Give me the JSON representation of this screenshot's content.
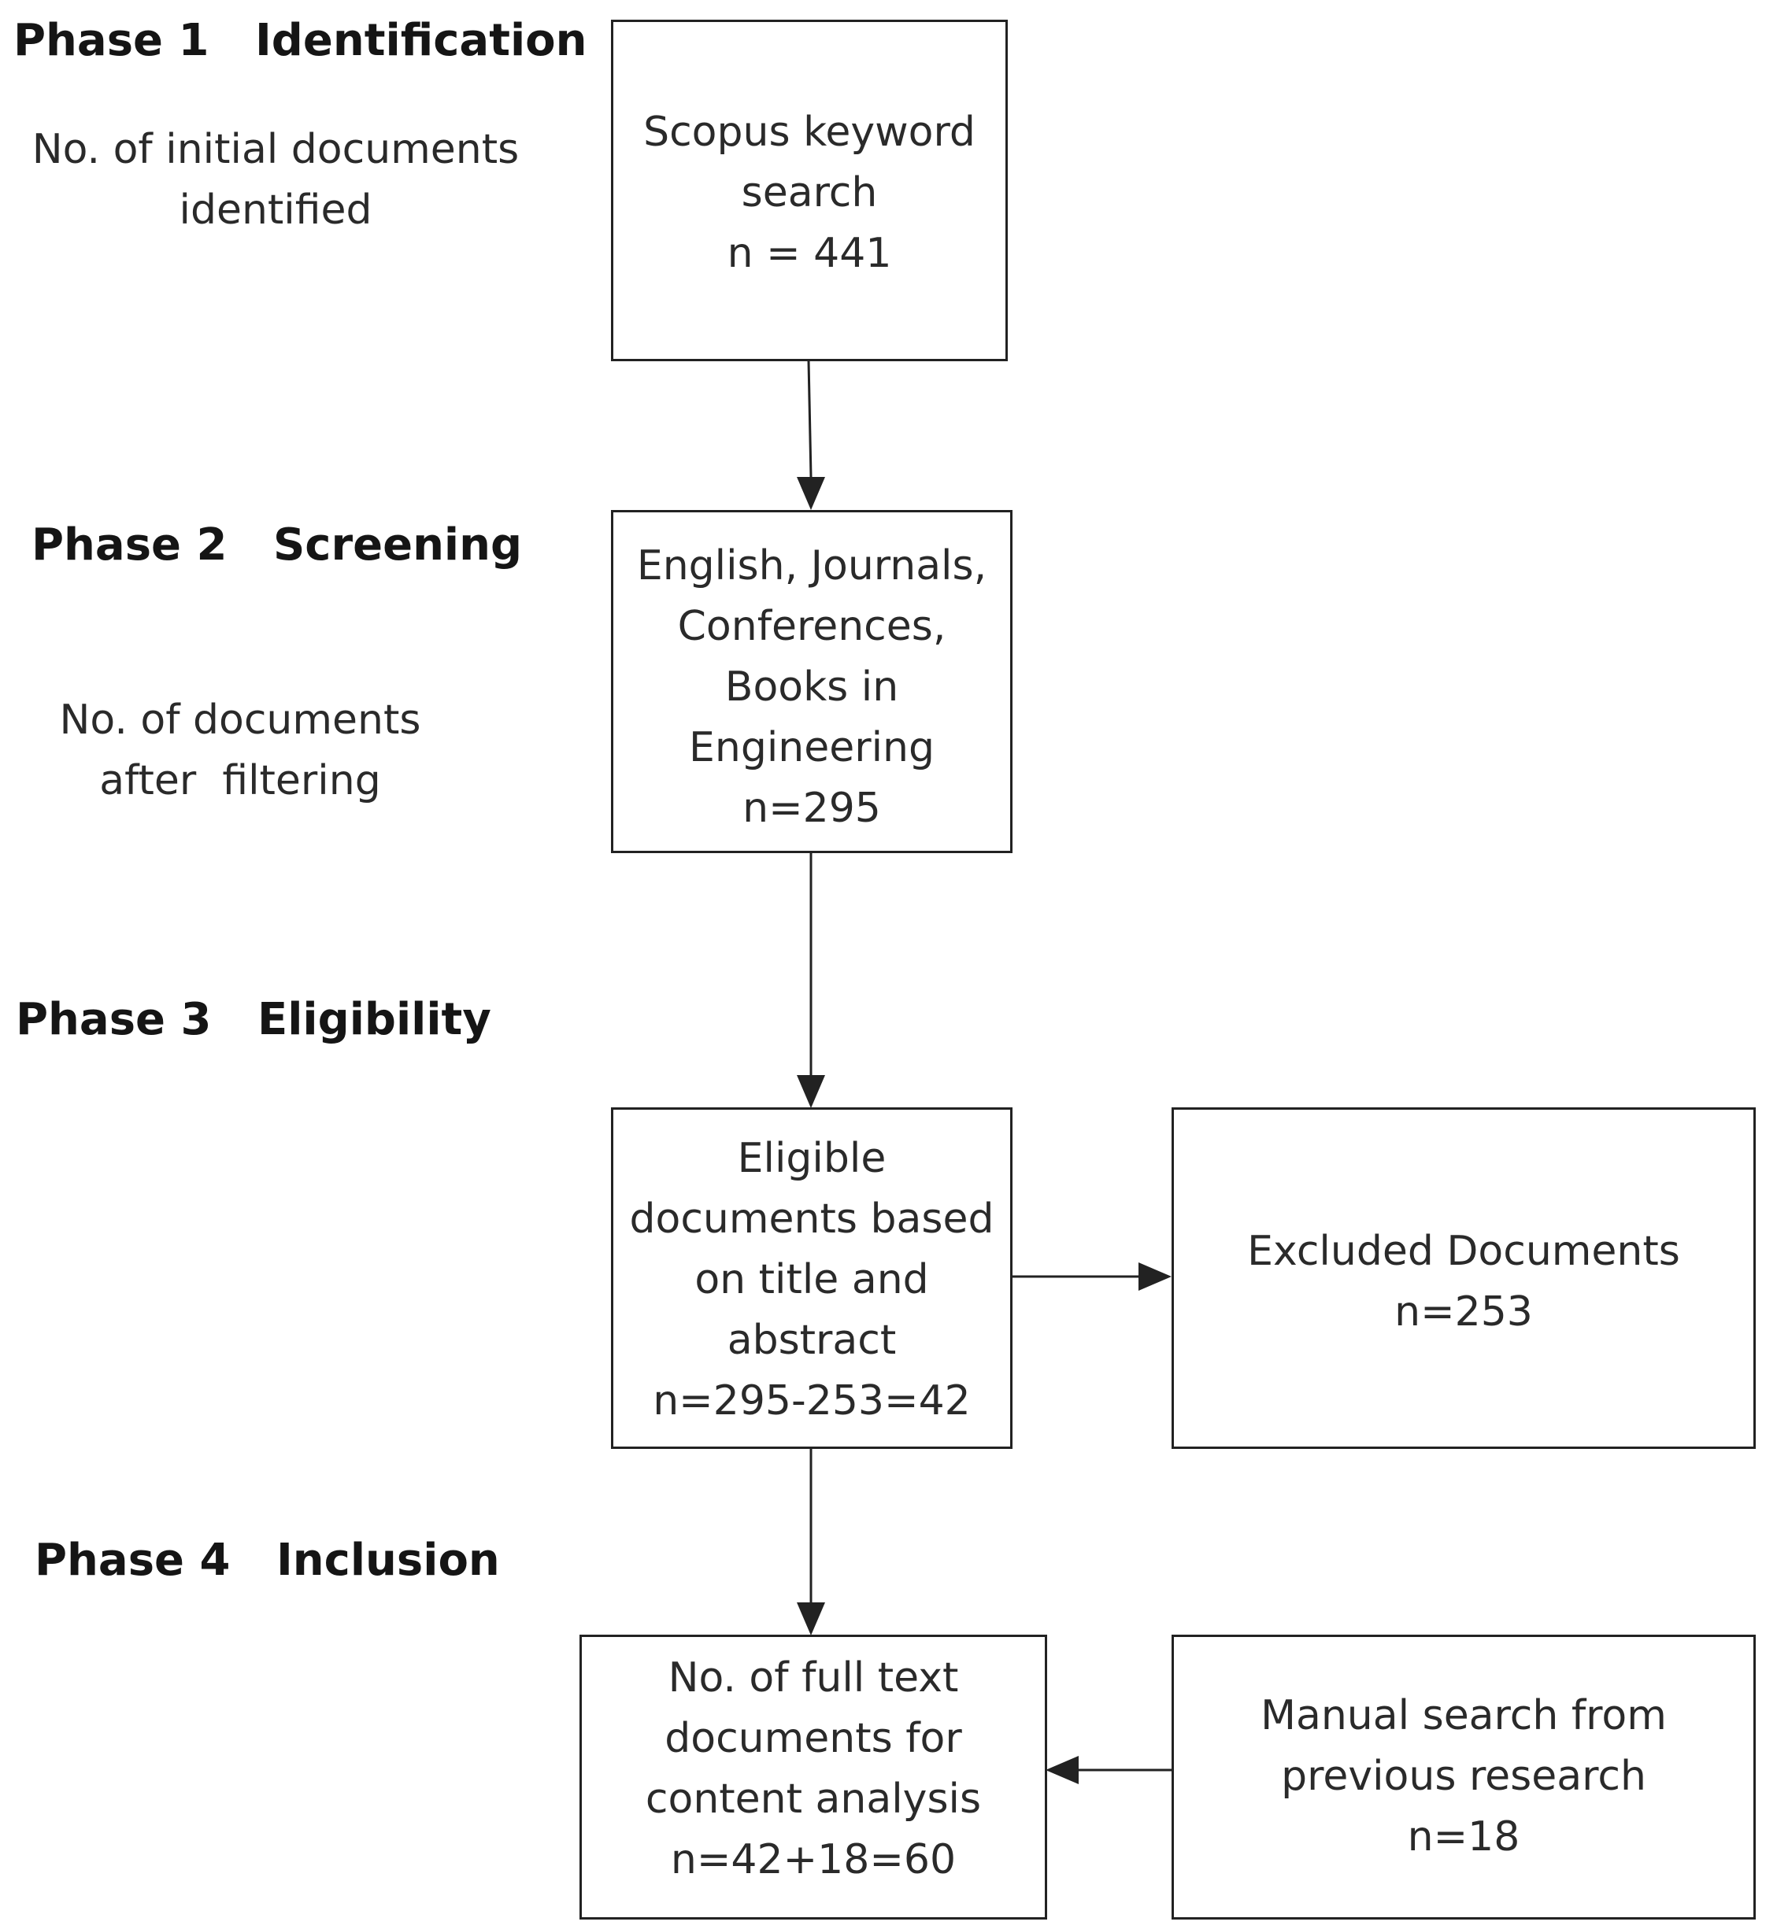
{
  "phases": [
    {
      "title": "Phase 1   Identification",
      "description": [
        "No. of initial documents",
        "identified"
      ]
    },
    {
      "title": "Phase 2   Screening",
      "description": [
        "No. of documents",
        "after  filtering"
      ]
    },
    {
      "title": "Phase 3   Eligibility",
      "description": []
    },
    {
      "title": "Phase 4   Inclusion",
      "description": []
    }
  ],
  "boxes": {
    "scopus": [
      "Scopus keyword",
      "search",
      "n = 441"
    ],
    "filter": [
      "English, Journals,",
      "Conferences,",
      "Books in",
      "Engineering",
      "n=295"
    ],
    "eligible": [
      "Eligible",
      "documents based",
      "on title and",
      "abstract",
      "n=295-253=42"
    ],
    "excluded": [
      "Excluded Documents",
      "n=253"
    ],
    "fulltext": [
      "No. of full text",
      "documents for",
      "content analysis",
      "n=42+18=60"
    ],
    "manual": [
      "Manual search from",
      "previous research",
      "n=18"
    ]
  },
  "colors": {
    "line": "#222222",
    "text": "#2a2a2a",
    "heading": "#151515"
  }
}
